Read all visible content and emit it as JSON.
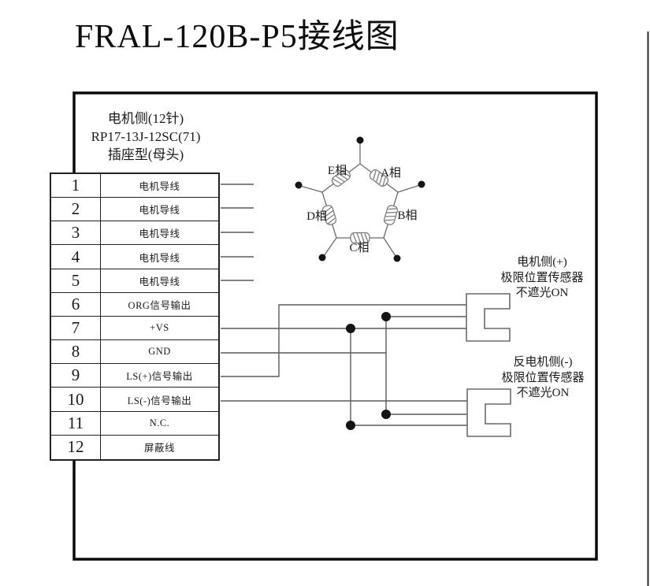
{
  "title": "FRAL-120B-P5接线图",
  "connector": {
    "header_lines": [
      "电机侧(12针)",
      "RP17-13J-12SC(71)",
      "插座型(母头)"
    ],
    "pins": [
      {
        "pin": "1",
        "label": "电机导线"
      },
      {
        "pin": "2",
        "label": "电机导线"
      },
      {
        "pin": "3",
        "label": "电机导线"
      },
      {
        "pin": "4",
        "label": "电机导线"
      },
      {
        "pin": "5",
        "label": "电机导线"
      },
      {
        "pin": "6",
        "label": "ORG信号输出"
      },
      {
        "pin": "7",
        "label": "+VS"
      },
      {
        "pin": "8",
        "label": "GND"
      },
      {
        "pin": "9",
        "label": "LS(+)信号输出"
      },
      {
        "pin": "10",
        "label": "LS(-)信号输出"
      },
      {
        "pin": "11",
        "label": "N.C."
      },
      {
        "pin": "12",
        "label": "屏蔽线"
      }
    ]
  },
  "motor": {
    "type": "pentagon-5-phase-winding",
    "phase_labels": [
      "E相",
      "A相",
      "B相",
      "C相",
      "D相"
    ]
  },
  "sensors": [
    {
      "lines": [
        "电机侧(+)",
        "极限位置传感器",
        "不遮光ON"
      ]
    },
    {
      "lines": [
        "反电机侧(-)",
        "极限位置传感器",
        "不遮光ON"
      ]
    }
  ],
  "colors": {
    "wire": "#5a5a5a",
    "outline": "#6a6a6a",
    "border": "#0a0a0a",
    "dot": "#141414"
  }
}
